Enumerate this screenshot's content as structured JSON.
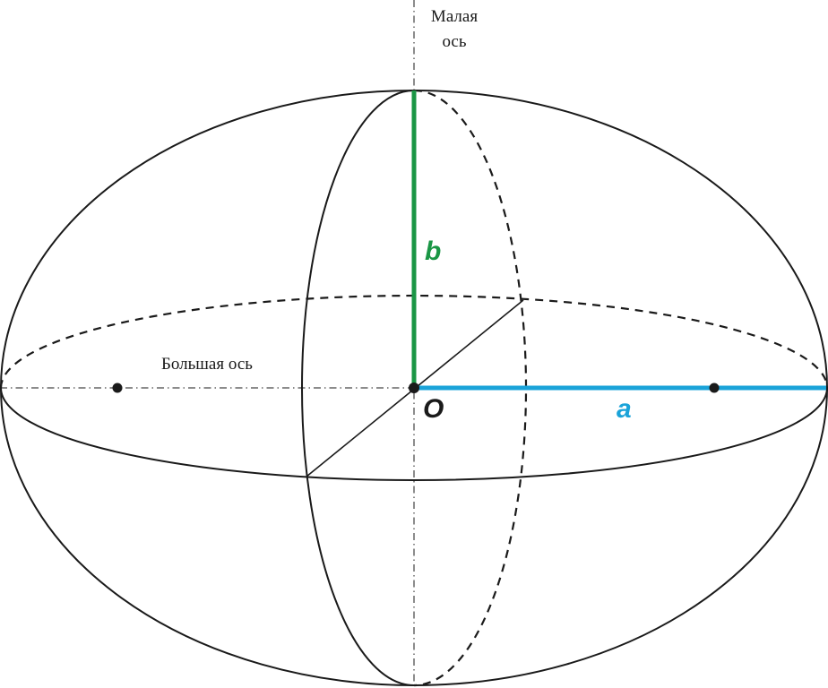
{
  "labels": {
    "minor_axis_line1": "Малая",
    "minor_axis_line2": "ось",
    "major_axis": "Большая ось",
    "center": "O",
    "semi_major": "a",
    "semi_minor": "b"
  },
  "colors": {
    "semi_major": "#1aa3d9",
    "semi_minor": "#1a9645",
    "outline": "#1a1a1a",
    "background": "#ffffff"
  }
}
